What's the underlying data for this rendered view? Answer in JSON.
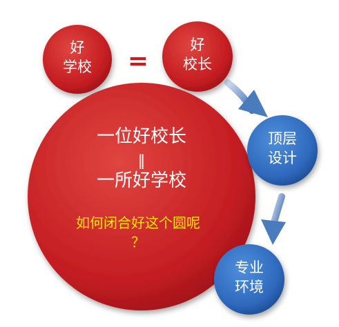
{
  "nodes": {
    "good_school": {
      "line1": "好",
      "line2": "学校"
    },
    "good_principal": {
      "line1": "好",
      "line2": "校长"
    },
    "center": {
      "line1": "一位好校长",
      "equals": "‖",
      "line2": "一所好学校",
      "question_line1": "如何闭合好这个圆呢",
      "question_line2": "？"
    },
    "top_design": {
      "line1": "顶层",
      "line2": "设计"
    },
    "professional_env": {
      "line1": "专业",
      "line2": "环境"
    }
  },
  "equals_sign": "=",
  "colors": {
    "red_circle": "#c8202a",
    "blue_circle": "#2f6fc4",
    "arrow": "#4a7bbd",
    "question_text": "#ffe600",
    "equals_sign": "#cc1c1c"
  }
}
